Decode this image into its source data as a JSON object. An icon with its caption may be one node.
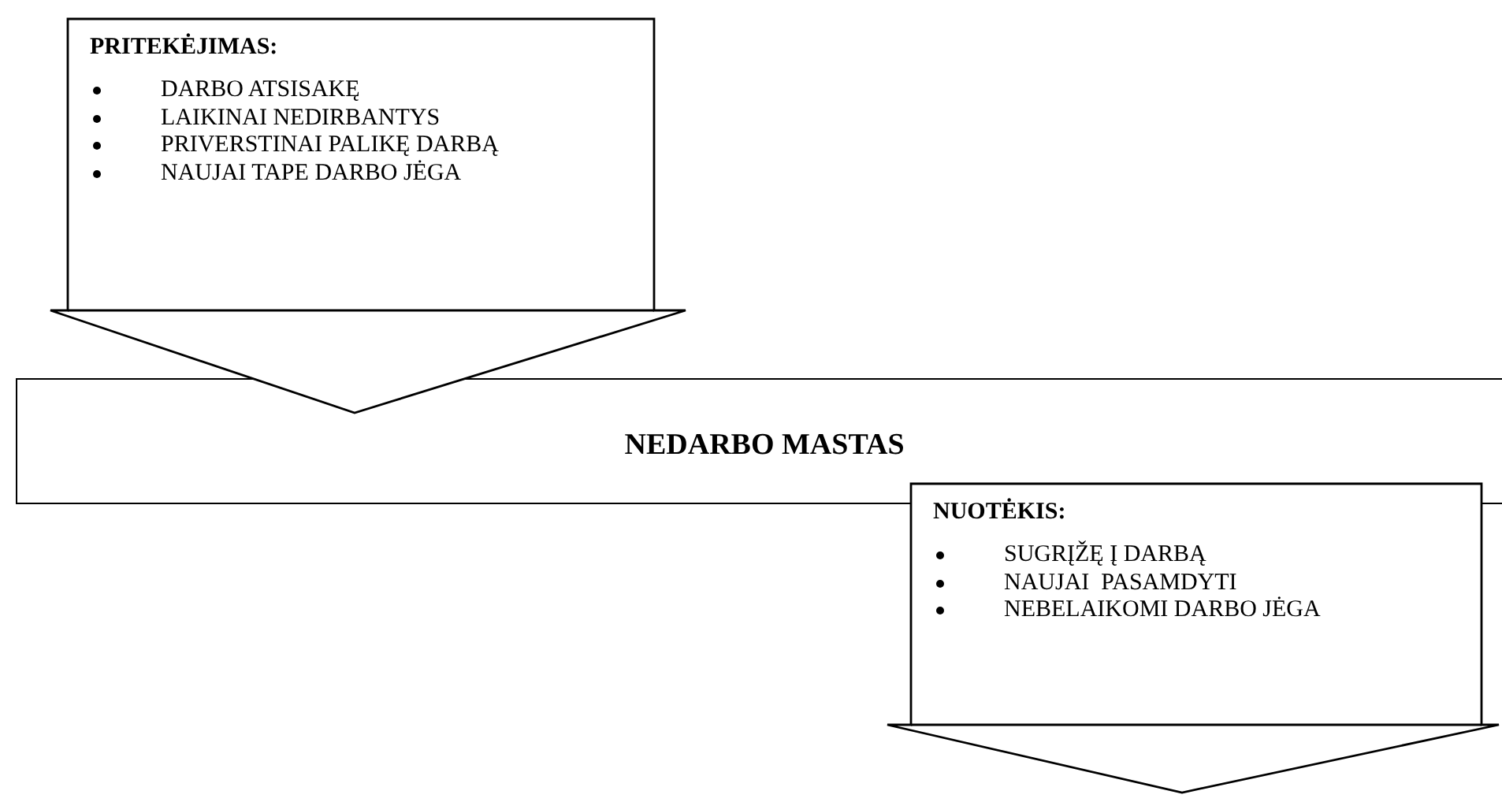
{
  "diagram": {
    "nodes": [
      {
        "text": [
          "PRITEKĖJIMAS:",
          "DARBO ATSISAKĘ",
          "LAIKINAI NEDIRBANTYS",
          "PRIVERSTINAI PALIKĘ DARBĄ",
          "NAUJAI TAPE DARBO JĖGA"
        ]
      },
      {
        "text": [
          "NEDARBO MASTAS"
        ]
      },
      {
        "text": [
          "NUOTĖKIS:",
          "SUGRĮŽĘ Į DARBĄ",
          "NAUJAI  PASAMDYTI",
          "NEBELAIKOMI DARBO JĖGA"
        ]
      }
    ]
  }
}
